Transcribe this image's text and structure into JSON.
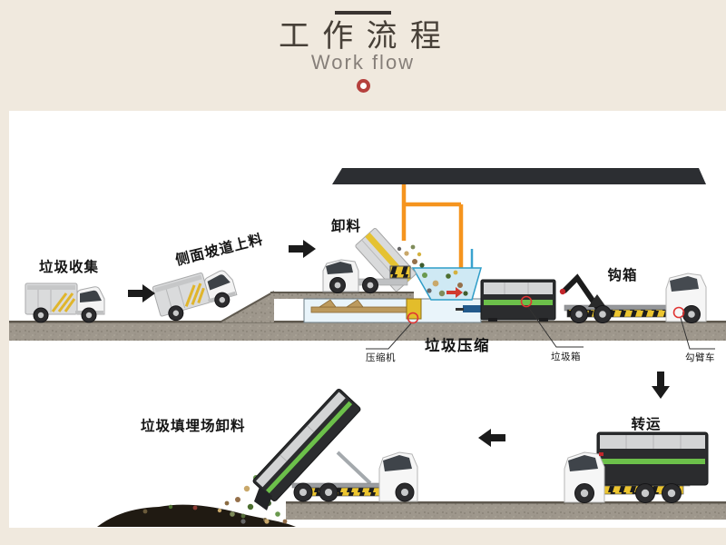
{
  "header": {
    "title": "工作流程",
    "subtitle": "Work flow"
  },
  "flow": {
    "step_collect": "垃圾收集",
    "step_ramp": "侧面坡道上料",
    "step_unload": "卸料",
    "step_compress": "垃圾压缩",
    "step_hookbox": "钩箱",
    "step_transfer": "转运",
    "step_landfill": "垃圾填埋场卸料",
    "callout_compressor": "压缩机",
    "callout_bin": "垃圾箱",
    "callout_hook_truck": "勾臂车"
  },
  "colors": {
    "background": "#f0e9de",
    "panel": "#ffffff",
    "title": "#474038",
    "subtitle": "#867f79",
    "ring": "#b5403d",
    "accent_orange": "#f5941e",
    "container_green": "#6cc04a",
    "hazard_yellow": "#ecc52f",
    "roof_black": "#2c2e32",
    "ground_gray": "#9e978c",
    "hopper_blue": "#2f9dc8",
    "highlight_red": "#e03433"
  }
}
